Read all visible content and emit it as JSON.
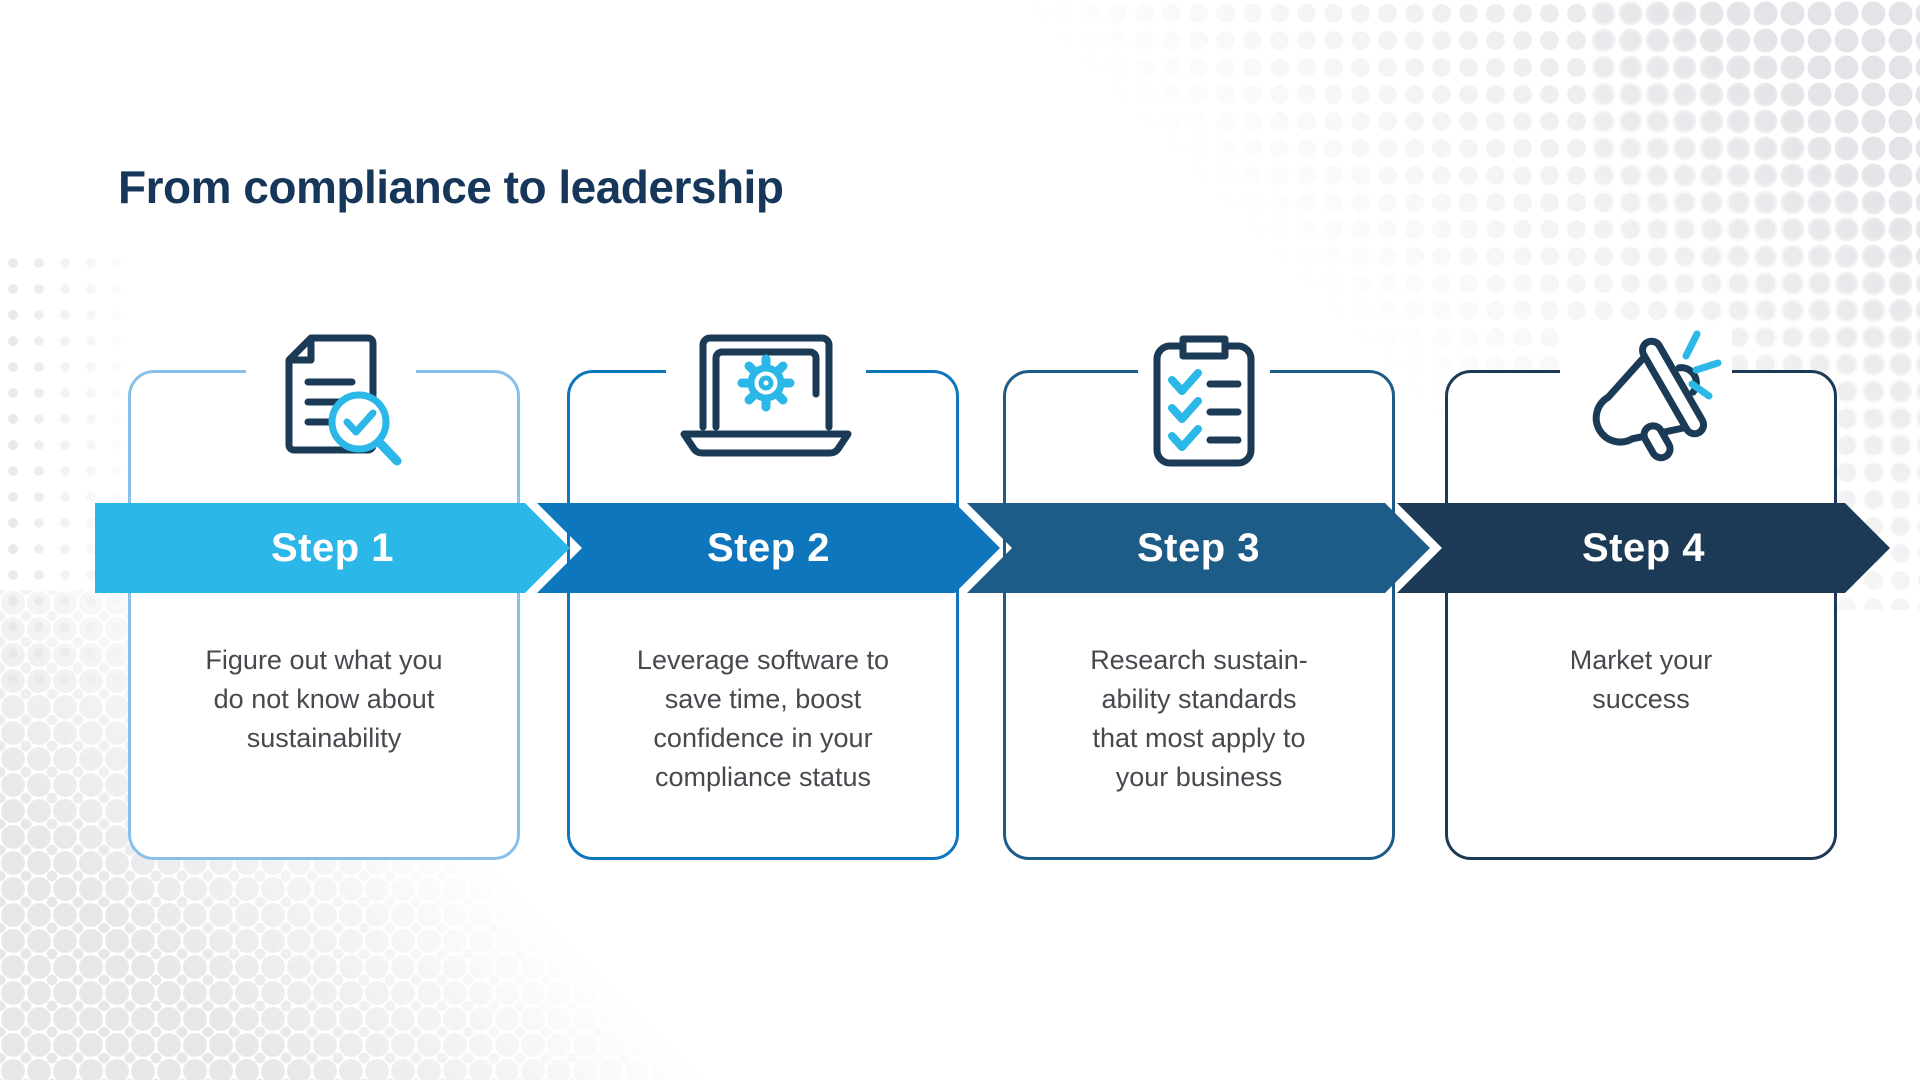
{
  "title": "From compliance to leadership",
  "colors": {
    "title_text": "#16365a",
    "body_text": "#46494e",
    "banner_text": "#ffffff",
    "background_dots": "#e7e7ea",
    "icon_navy": "#1b3a55",
    "icon_cyan": "#2cb7e9"
  },
  "steps": [
    {
      "label": "Step 1",
      "description": "Figure out what you\ndo not know about\nsustainability",
      "banner_color": "#2cb7e9",
      "card_border_color": "#88c0ea",
      "icon": "document-search-icon"
    },
    {
      "label": "Step 2",
      "description": "Leverage software to\nsave time, boost\nconfidence in your\ncompliance status",
      "banner_color": "#0d76bd",
      "card_border_color": "#0d76bd",
      "icon": "laptop-gear-icon"
    },
    {
      "label": "Step 3",
      "description": "Research sustain-\nability standards\nthat most apply to\nyour business",
      "banner_color": "#1d5c87",
      "card_border_color": "#1d5c87",
      "icon": "checklist-icon"
    },
    {
      "label": "Step 4",
      "description": "Market your\nsuccess",
      "banner_color": "#1c3a55",
      "card_border_color": "#1c3a55",
      "icon": "megaphone-icon"
    }
  ]
}
